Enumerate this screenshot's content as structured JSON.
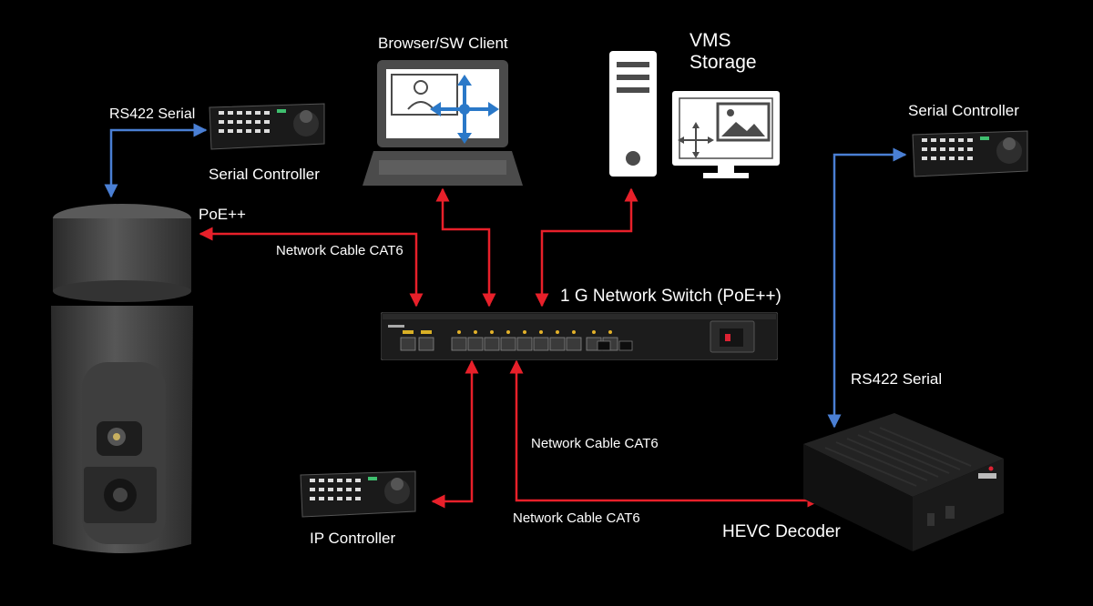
{
  "labels": {
    "browser_client": "Browser/SW Client",
    "vms_line1": "VMS",
    "vms_line2": "Storage",
    "rs422_left": "RS422 Serial",
    "serial_controller_left": "Serial Controller",
    "poe": "PoE++",
    "network_cable_top": "Network Cable CAT6",
    "switch": "1 G Network Switch (PoE++)",
    "serial_controller_right": "Serial Controller",
    "rs422_right": "RS422 Serial",
    "network_cable_mid": "Network Cable CAT6",
    "network_cable_bottom": "Network Cable CAT6",
    "ip_controller": "IP Controller",
    "hevc_decoder": "HEVC Decoder"
  },
  "colors": {
    "network_link": "#e8202a",
    "serial_link": "#4a7fd4",
    "background": "#000000",
    "text": "#ffffff",
    "icon_gray": "#4b4b4b",
    "icon_light": "#ffffff"
  },
  "icons": {
    "camera": "ptz-camera-icon",
    "laptop": "laptop-icon",
    "server": "server-tower-icon",
    "monitor": "monitor-icon",
    "switch": "network-switch-icon",
    "controller": "joystick-controller-icon",
    "decoder": "decoder-box-icon"
  }
}
